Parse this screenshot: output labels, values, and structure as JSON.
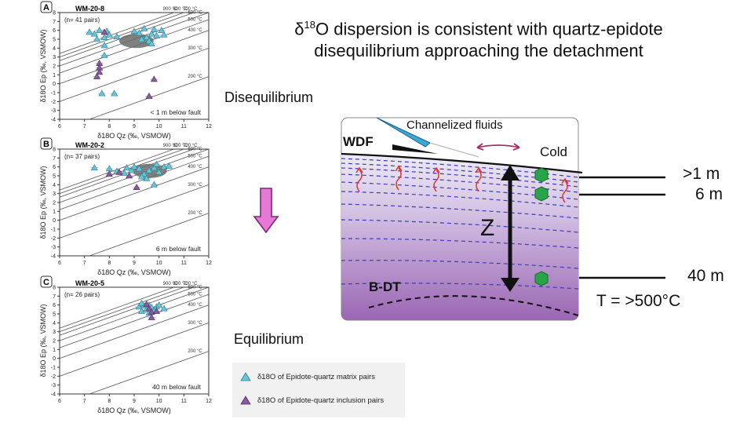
{
  "title": {
    "prefix": "δ",
    "sup": "18",
    "rest_line1": "O dispersion is consistent with quartz-epidote",
    "line2": "disequilibrium approaching the detachment"
  },
  "labels": {
    "disequilibrium": "Disequilibrium",
    "equilibrium": "Equilibrium"
  },
  "colors": {
    "matrix": "#66c5d8",
    "inclusion": "#8a5aa0",
    "arrow": "#e678d6",
    "block_top": "#eeeaf6",
    "block_bottom": "#9a66b3",
    "mineral": "#2aa44a"
  },
  "plots": [
    {
      "letter": "A",
      "sample": "WM-20-8",
      "pairs": "(n= 41 pairs)",
      "note": "< 1 m below fault",
      "matrix_points": [
        [
          7.2,
          5.8
        ],
        [
          7.4,
          5.6
        ],
        [
          7.6,
          6.0
        ],
        [
          7.8,
          5.2
        ],
        [
          7.9,
          5.9
        ],
        [
          8.0,
          5.5
        ],
        [
          7.5,
          5.0
        ],
        [
          8.3,
          5.3
        ],
        [
          7.8,
          4.3
        ],
        [
          7.8,
          3.2
        ],
        [
          9.2,
          5.7
        ],
        [
          9.4,
          6.2
        ],
        [
          9.5,
          5.2
        ],
        [
          9.7,
          5.6
        ],
        [
          9.8,
          6.1
        ],
        [
          9.6,
          4.8
        ],
        [
          9.3,
          5.0
        ],
        [
          9.9,
          5.4
        ],
        [
          10.1,
          6.0
        ],
        [
          10.2,
          5.5
        ],
        [
          9.0,
          5.9
        ],
        [
          9.7,
          4.5
        ],
        [
          7.7,
          -1.1
        ],
        [
          8.2,
          -1.1
        ]
      ],
      "inclusion_points": [
        [
          7.6,
          2.3
        ],
        [
          7.6,
          1.8
        ],
        [
          7.6,
          1.3
        ],
        [
          7.5,
          0.8
        ],
        [
          7.8,
          5.8
        ],
        [
          9.8,
          0.5
        ],
        [
          9.6,
          -1.4
        ]
      ]
    },
    {
      "letter": "B",
      "sample": "WM-20-2",
      "pairs": "(n= 37 pairs)",
      "note": "6 m below fault",
      "matrix_points": [
        [
          7.4,
          5.9
        ],
        [
          8.0,
          5.8
        ],
        [
          8.3,
          5.5
        ],
        [
          8.6,
          5.3
        ],
        [
          8.9,
          5.6
        ],
        [
          9.0,
          6.0
        ],
        [
          9.2,
          5.8
        ],
        [
          9.4,
          5.2
        ],
        [
          9.6,
          5.6
        ],
        [
          9.8,
          5.9
        ],
        [
          10.0,
          5.4
        ],
        [
          10.2,
          6.0
        ],
        [
          9.5,
          4.7
        ],
        [
          9.8,
          4.0
        ],
        [
          9.3,
          4.9
        ],
        [
          8.7,
          5.9
        ],
        [
          9.9,
          6.3
        ],
        [
          10.4,
          6.1
        ]
      ],
      "inclusion_points": [
        [
          8.0,
          5.2
        ],
        [
          8.4,
          5.4
        ],
        [
          8.8,
          5.0
        ],
        [
          9.1,
          3.7
        ]
      ]
    },
    {
      "letter": "C",
      "sample": "WM-20-5",
      "pairs": "(n= 26 pairs)",
      "note": "40 m below fault",
      "matrix_points": [
        [
          9.2,
          5.8
        ],
        [
          9.3,
          5.3
        ],
        [
          9.4,
          5.9
        ],
        [
          9.5,
          5.5
        ],
        [
          9.6,
          6.0
        ],
        [
          9.7,
          5.7
        ],
        [
          9.8,
          5.4
        ],
        [
          9.9,
          5.8
        ],
        [
          10.0,
          6.0
        ],
        [
          10.2,
          5.6
        ],
        [
          9.3,
          6.2
        ],
        [
          9.6,
          5.1
        ]
      ],
      "inclusion_points": [
        [
          9.5,
          6.1
        ],
        [
          9.6,
          5.6
        ],
        [
          9.7,
          5.2
        ],
        [
          9.7,
          4.6
        ],
        [
          9.9,
          5.3
        ]
      ]
    }
  ],
  "plot_axes": {
    "xlabel": "δ18O Qz (‰, VSMOW)",
    "ylabel": "δ18O Ep (‰, VSMOW)",
    "xlim": [
      6,
      12
    ],
    "ylim": [
      -4,
      8
    ],
    "xticks": [
      6,
      7,
      8,
      9,
      10,
      11,
      12
    ],
    "yticks": [
      -4,
      -3,
      -2,
      -1,
      0,
      1,
      2,
      3,
      4,
      5,
      6,
      7,
      8
    ],
    "isotherms": [
      "200 °C",
      "300 °C",
      "400 °C",
      "500 °C",
      "600 °C",
      "700 °C",
      "800 °C",
      "900 °C"
    ]
  },
  "legend": {
    "matrix": "δ18O of Epidote-quartz matrix pairs",
    "inclusion": "δ18O of Epidote-quartz inclusion pairs"
  },
  "diagram": {
    "fluids": "Channelized fluids",
    "wdf": "WDF",
    "cold": "Cold",
    "z": "Z",
    "bdt": "B-DT",
    "depths": [
      ">1 m",
      "6 m",
      "40 m"
    ],
    "temp": "T = >500°C"
  }
}
